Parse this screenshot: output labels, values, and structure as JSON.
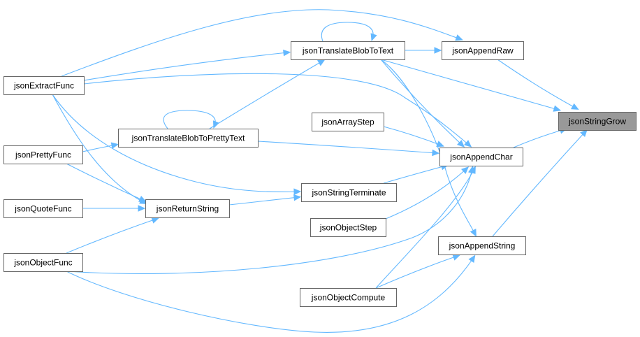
{
  "diagram": {
    "nodes": [
      {
        "id": "jsonStringGrow",
        "label": "jsonStringGrow",
        "root": true
      },
      {
        "id": "jsonAppendRaw",
        "label": "jsonAppendRaw"
      },
      {
        "id": "jsonTranslateBlobToText",
        "label": "jsonTranslateBlobToText"
      },
      {
        "id": "jsonExtractFunc",
        "label": "jsonExtractFunc"
      },
      {
        "id": "jsonArrayStep",
        "label": "jsonArrayStep"
      },
      {
        "id": "jsonTranslateBlobToPrettyText",
        "label": "jsonTranslateBlobToPrettyText"
      },
      {
        "id": "jsonAppendChar",
        "label": "jsonAppendChar"
      },
      {
        "id": "jsonPrettyFunc",
        "label": "jsonPrettyFunc"
      },
      {
        "id": "jsonStringTerminate",
        "label": "jsonStringTerminate"
      },
      {
        "id": "jsonQuoteFunc",
        "label": "jsonQuoteFunc"
      },
      {
        "id": "jsonReturnString",
        "label": "jsonReturnString"
      },
      {
        "id": "jsonObjectStep",
        "label": "jsonObjectStep"
      },
      {
        "id": "jsonAppendString",
        "label": "jsonAppendString"
      },
      {
        "id": "jsonObjectFunc",
        "label": "jsonObjectFunc"
      },
      {
        "id": "jsonObjectCompute",
        "label": "jsonObjectCompute"
      }
    ],
    "edges": [
      {
        "from": "jsonAppendRaw",
        "to": "jsonStringGrow"
      },
      {
        "from": "jsonTranslateBlobToText",
        "to": "jsonStringGrow"
      },
      {
        "from": "jsonAppendChar",
        "to": "jsonStringGrow"
      },
      {
        "from": "jsonAppendString",
        "to": "jsonStringGrow"
      },
      {
        "from": "jsonTranslateBlobToText",
        "to": "jsonAppendRaw"
      },
      {
        "from": "jsonExtractFunc",
        "to": "jsonAppendRaw"
      },
      {
        "from": "jsonTranslateBlobToText",
        "to": "jsonTranslateBlobToText"
      },
      {
        "from": "jsonExtractFunc",
        "to": "jsonTranslateBlobToText"
      },
      {
        "from": "jsonTranslateBlobToPrettyText",
        "to": "jsonTranslateBlobToText"
      },
      {
        "from": "jsonTranslateBlobToText",
        "to": "jsonAppendChar"
      },
      {
        "from": "jsonExtractFunc",
        "to": "jsonAppendChar"
      },
      {
        "from": "jsonArrayStep",
        "to": "jsonAppendChar"
      },
      {
        "from": "jsonTranslateBlobToPrettyText",
        "to": "jsonAppendChar"
      },
      {
        "from": "jsonStringTerminate",
        "to": "jsonAppendChar"
      },
      {
        "from": "jsonObjectStep",
        "to": "jsonAppendChar"
      },
      {
        "from": "jsonObjectFunc",
        "to": "jsonAppendChar"
      },
      {
        "from": "jsonObjectCompute",
        "to": "jsonAppendChar"
      },
      {
        "from": "jsonTranslateBlobToPrettyText",
        "to": "jsonTranslateBlobToPrettyText"
      },
      {
        "from": "jsonPrettyFunc",
        "to": "jsonTranslateBlobToPrettyText"
      },
      {
        "from": "jsonExtractFunc",
        "to": "jsonStringTerminate"
      },
      {
        "from": "jsonReturnString",
        "to": "jsonStringTerminate"
      },
      {
        "from": "jsonExtractFunc",
        "to": "jsonReturnString"
      },
      {
        "from": "jsonPrettyFunc",
        "to": "jsonReturnString"
      },
      {
        "from": "jsonQuoteFunc",
        "to": "jsonReturnString"
      },
      {
        "from": "jsonObjectFunc",
        "to": "jsonReturnString"
      },
      {
        "from": "jsonTranslateBlobToText",
        "to": "jsonAppendString"
      },
      {
        "from": "jsonObjectFunc",
        "to": "jsonAppendString"
      },
      {
        "from": "jsonObjectCompute",
        "to": "jsonAppendString"
      }
    ],
    "colors": {
      "edge": "#63b8ff",
      "node_border": "#666666",
      "node_fill": "#ffffff",
      "root_fill": "#999999"
    }
  }
}
